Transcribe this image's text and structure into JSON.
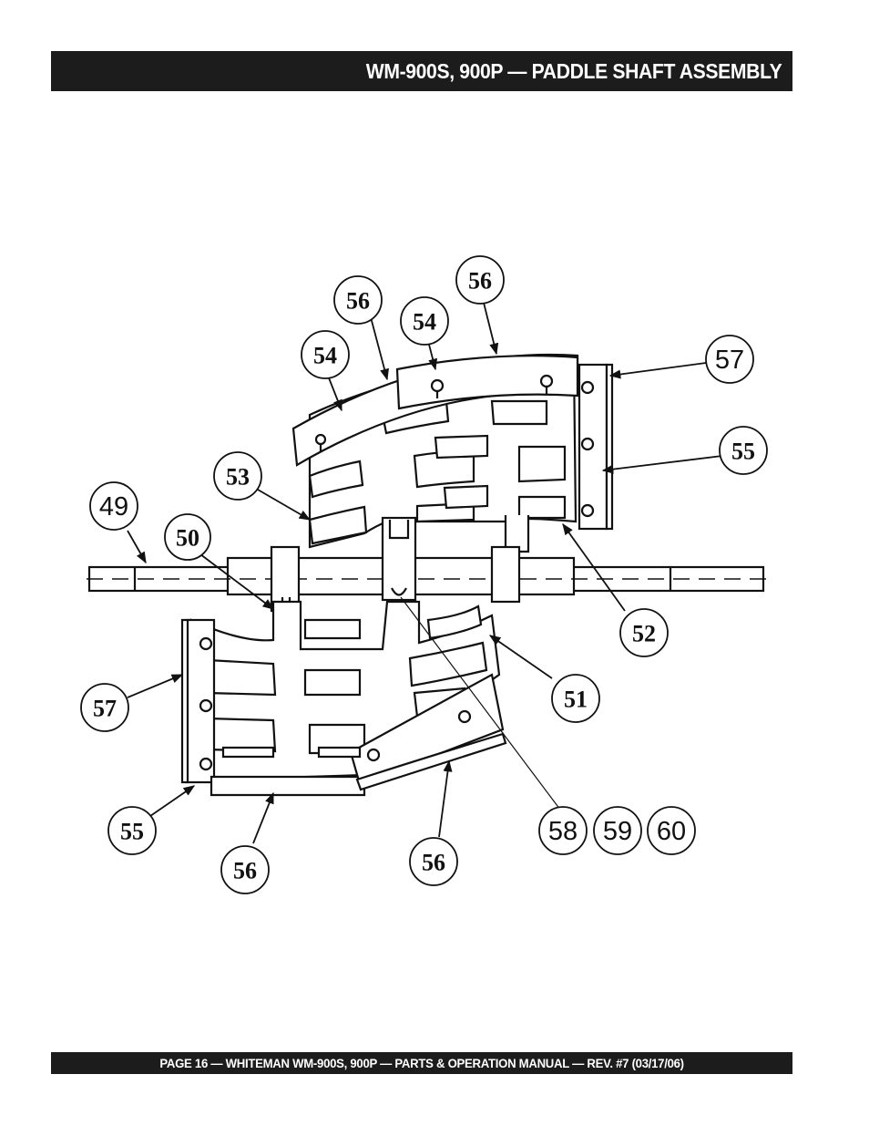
{
  "header": {
    "title": "WM-900S, 900P — PADDLE SHAFT ASSEMBLY"
  },
  "footer": {
    "text": "PAGE 16 — WHITEMAN WM-900S, 900P — PARTS & OPERATION MANUAL — REV. #7 (03/17/06)"
  },
  "diagram": {
    "callouts": {
      "c49": "49",
      "c50": "50",
      "c51": "51",
      "c52": "52",
      "c53": "53",
      "c54a": "54",
      "c54b": "54",
      "c55a": "55",
      "c55b": "55",
      "c56a": "56",
      "c56b": "56",
      "c56c": "56",
      "c56d": "56",
      "c57a": "57",
      "c57b": "57",
      "c58": "58",
      "c59": "59",
      "c60": "60"
    }
  }
}
